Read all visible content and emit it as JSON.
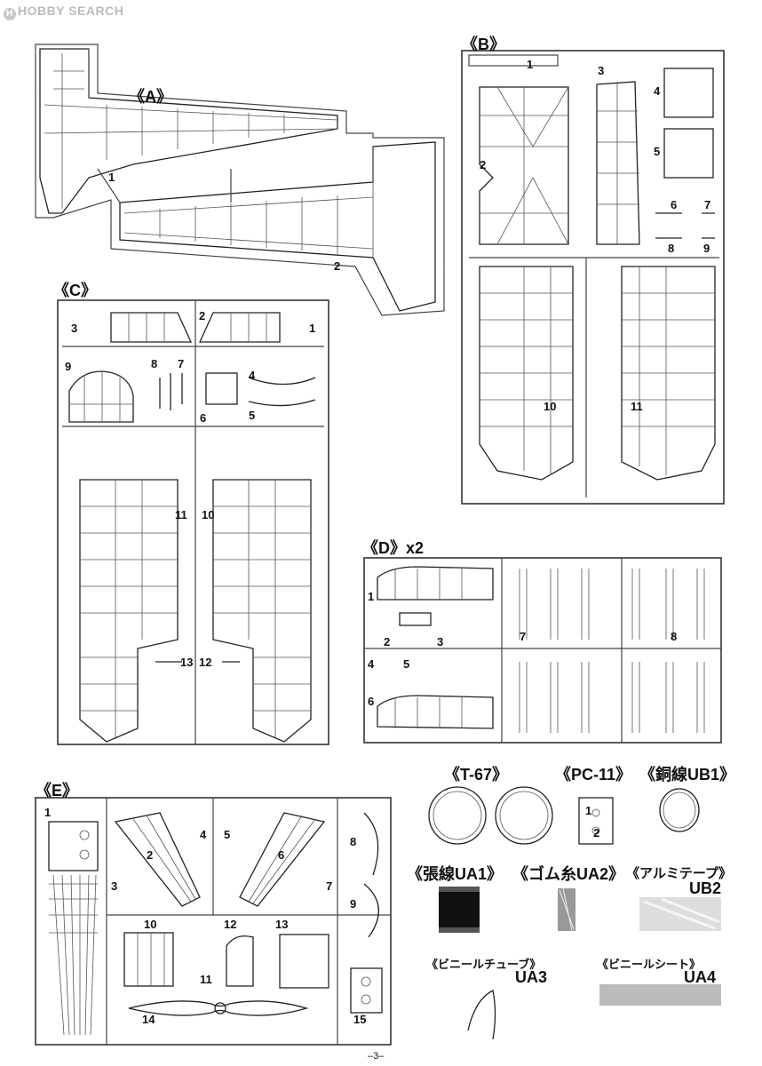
{
  "watermark": {
    "brand": "HOBBY SEARCH"
  },
  "sprues": {
    "A": {
      "label": "《A》",
      "parts": [
        "1",
        "2"
      ]
    },
    "B": {
      "label": "《B》",
      "parts": [
        "1",
        "2",
        "3",
        "4",
        "5",
        "6",
        "7",
        "8",
        "9",
        "10",
        "11"
      ]
    },
    "C": {
      "label": "《C》",
      "parts": [
        "1",
        "2",
        "3",
        "4",
        "5",
        "6",
        "7",
        "8",
        "9",
        "10",
        "11",
        "12",
        "13"
      ]
    },
    "D": {
      "label": "《D》x2",
      "parts": [
        "1",
        "2",
        "3",
        "4",
        "5",
        "6",
        "7",
        "8"
      ]
    },
    "E": {
      "label": "《E》",
      "parts": [
        "1",
        "2",
        "3",
        "4",
        "5",
        "6",
        "7",
        "8",
        "9",
        "10",
        "11",
        "12",
        "13",
        "14",
        "15"
      ]
    }
  },
  "accessories": {
    "t67": {
      "label": "《T-67》"
    },
    "pc11": {
      "label": "《PC-11》",
      "parts": [
        "1",
        "2"
      ]
    },
    "copper": {
      "label": "《銅線UB1》"
    },
    "rigging": {
      "label": "《張線UA1》"
    },
    "rubber": {
      "label": "《ゴム糸UA2》"
    },
    "alutape": {
      "label": "《アルミテープ》",
      "code": "UB2"
    },
    "vinyltube": {
      "label": "《ビニールチューブ》",
      "code": "UA3"
    },
    "vinylsheet": {
      "label": "《ビニールシート》",
      "code": "UA4"
    }
  },
  "page": {
    "number": "–3–"
  }
}
